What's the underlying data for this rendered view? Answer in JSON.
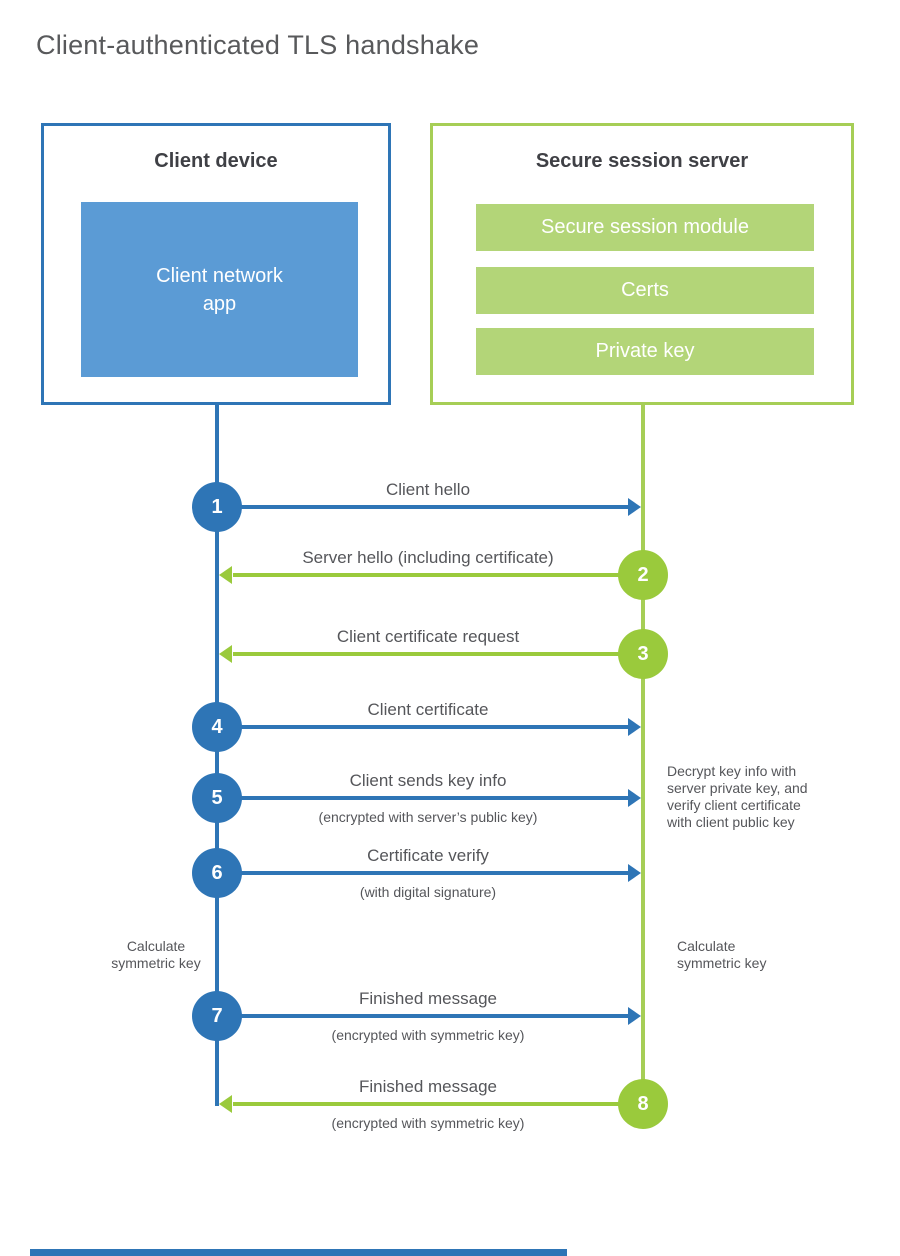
{
  "title": "Client-authenticated TLS handshake",
  "client": {
    "title": "Client device",
    "app_label": "Client network app"
  },
  "server": {
    "title": "Secure session server",
    "modules": [
      "Secure session module",
      "Certs",
      "Private key"
    ]
  },
  "messages": [
    {
      "num": "1",
      "label": "Client hello",
      "direction": "client-to-server"
    },
    {
      "num": "2",
      "label": "Server hello (including certificate)",
      "direction": "server-to-client"
    },
    {
      "num": "3",
      "label": "Client certificate request",
      "direction": "server-to-client"
    },
    {
      "num": "4",
      "label": "Client certificate",
      "direction": "client-to-server"
    },
    {
      "num": "5",
      "label": "Client sends key info",
      "sublabel": "(encrypted with server’s public key)",
      "direction": "client-to-server"
    },
    {
      "num": "6",
      "label": "Certificate verify",
      "sublabel": "(with digital signature)",
      "direction": "client-to-server"
    },
    {
      "num": "7",
      "label": "Finished message",
      "sublabel": "(encrypted with symmetric key)",
      "direction": "client-to-server"
    },
    {
      "num": "8",
      "label": "Finished message",
      "sublabel": "(encrypted with symmetric key)",
      "direction": "server-to-client"
    }
  ],
  "notes": {
    "decrypt": "Decrypt key info with server private key, and verify client certificate with client public key",
    "calc_left": "Calculate symmetric key",
    "calc_right": "Calculate symmetric key"
  },
  "colors": {
    "blue_line": "#2e75b6",
    "blue_fill": "#5b9bd5",
    "green_line": "#a6ce56",
    "green_bright": "#9aca3c",
    "green_fill": "#b3d578",
    "title_text": "#58595b",
    "label_text": "#55565a"
  }
}
